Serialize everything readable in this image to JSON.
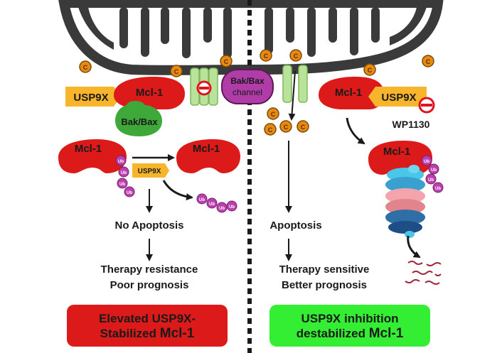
{
  "cytochrome_symbol": "C",
  "ub_symbol": "Ub",
  "left": {
    "usp9x_label": "USP9X",
    "mcl1_label": "Mcl-1",
    "bakbax_label": "Bak/Bax",
    "ub_mcl1_label": "Mcl-1",
    "usp9x_small_label": "USP9X",
    "stable_mcl1_label": "Mcl-1",
    "no_apoptosis": "No Apoptosis",
    "outcome_line1": "Therapy resistance",
    "outcome_line2": "Poor prognosis",
    "summary_line1": "Elevated USP9X-",
    "summary_line2a": "Stabilized ",
    "summary_line2b": "Mcl-1"
  },
  "center": {
    "channel_line1": "Bak/Bax",
    "channel_line2": "channel"
  },
  "right": {
    "mcl1_label": "Mcl-1",
    "usp9x_label": "USP9X",
    "inhibitor_label": "WP1130",
    "proteasome_mcl1_label": "Mcl-1",
    "apoptosis": "Apoptosis",
    "outcome_line1": "Therapy sensitive",
    "outcome_line2": "Better prognosis",
    "summary_line1": "USP9X inhibition",
    "summary_line2a": "destabilized ",
    "summary_line2b": "Mcl-1"
  },
  "colors": {
    "mitochondria": "#3a3a3a",
    "mcl1": "#dd1a1a",
    "usp9x": "#f7b52b",
    "bakbax": "#3ea83a",
    "channel": "#b03ca8",
    "cytochrome_c": "#e88a12",
    "ubiquitin": "#b940ad",
    "inhibitor": "#e0141e",
    "elevated_box": "#dd1a1a",
    "inhibition_box": "#33ee33"
  }
}
